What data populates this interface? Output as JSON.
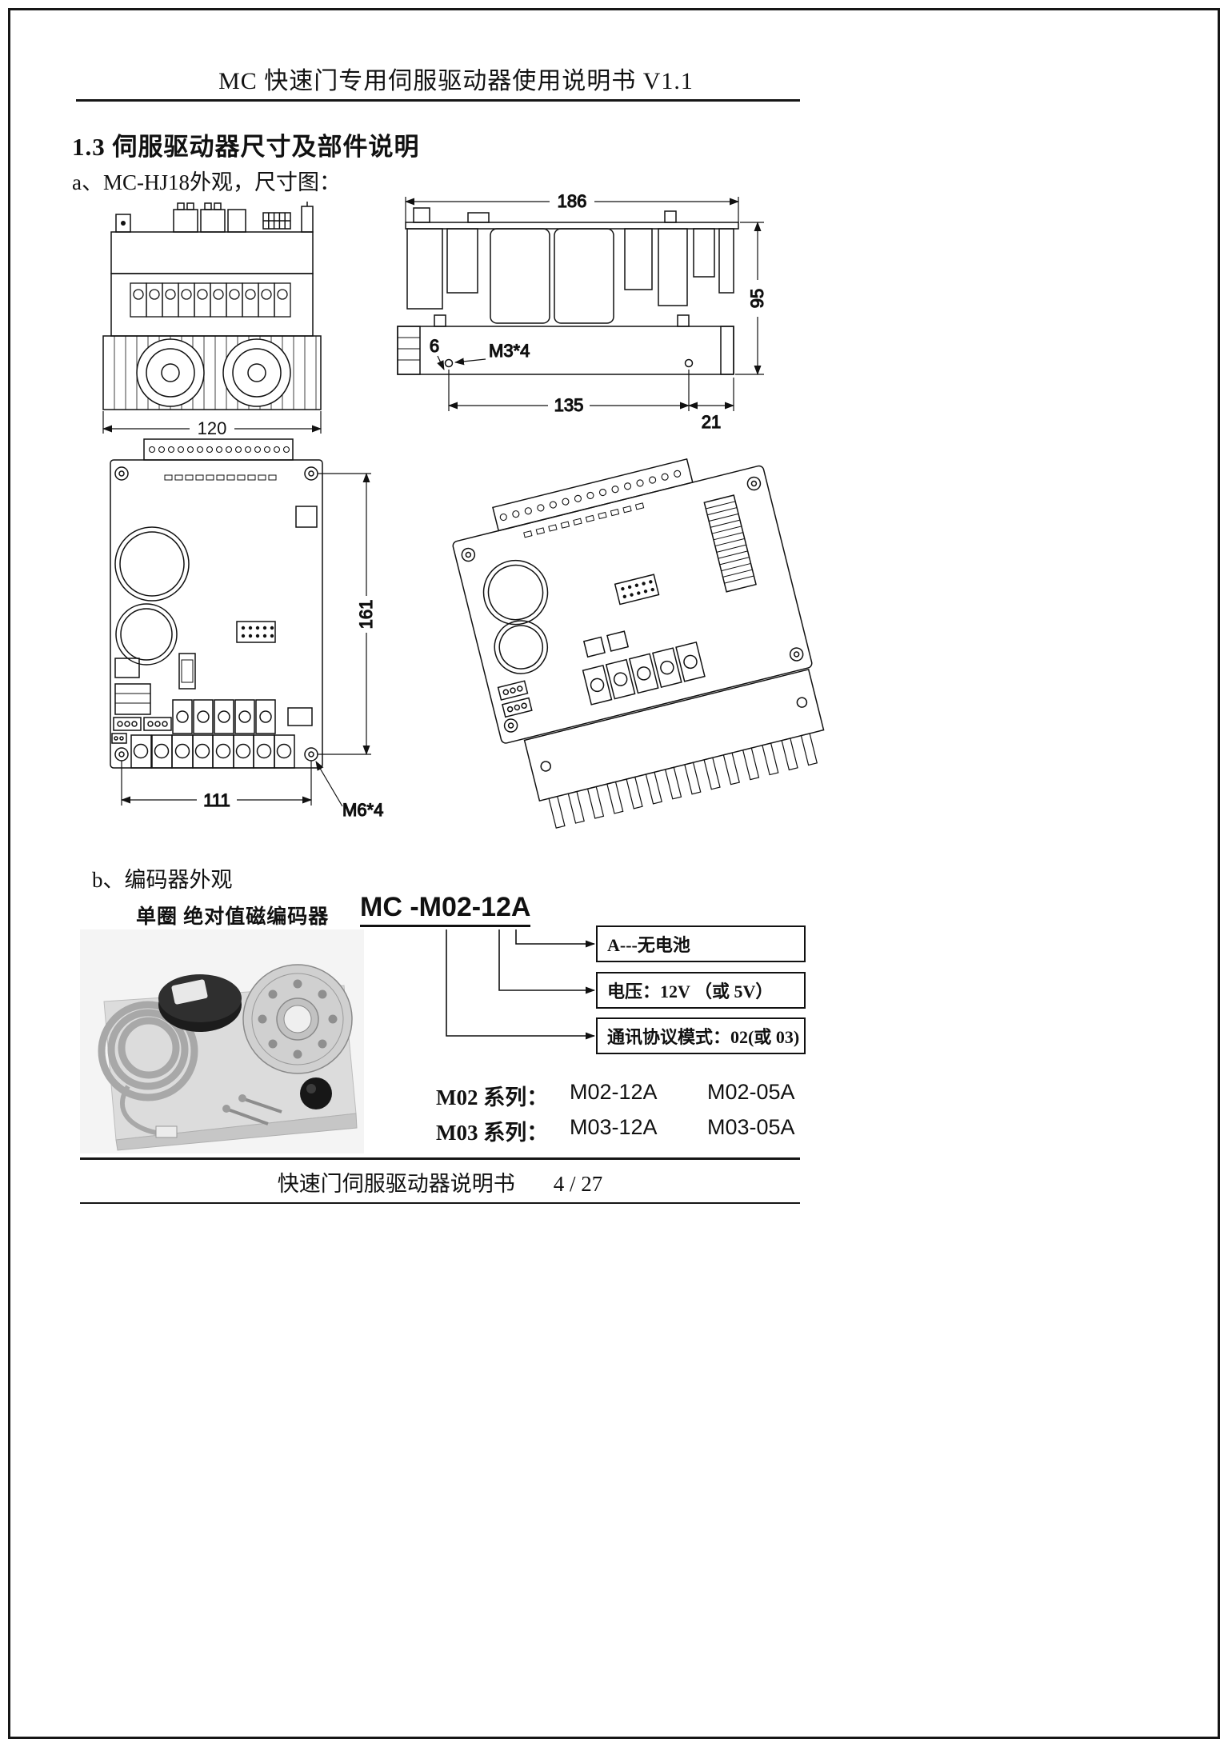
{
  "page": {
    "header_title": "MC 快速门专用伺服驱动器使用说明书 V1.1",
    "footer_text": "快速门伺服驱动器说明书",
    "footer_page": "4 / 27"
  },
  "section": {
    "heading": "1.3 伺服驱动器尺寸及部件说明",
    "item_a": "a、MC-HJ18外观，尺寸图：",
    "item_b": "b、编码器外观"
  },
  "dimensions": {
    "front_width": "120",
    "side_width": "186",
    "side_height": "95",
    "hole_offset": "6",
    "hole_spec_side": "M3*4",
    "hole_pitch": "135",
    "edge_offset": "21",
    "pcb_height": "161",
    "pcb_width": "111",
    "hole_spec_pcb": "M6*4"
  },
  "encoder": {
    "title": "单圈 绝对值磁编码器",
    "model": "MC -M02-12A",
    "callout_battery": "A---无电池",
    "callout_voltage": "电压：12V （或 5V）",
    "callout_protocol": "通讯协议模式：02(或 03)",
    "series": [
      {
        "label": "M02 系列：",
        "m1": "M02-12A",
        "m2": "M02-05A"
      },
      {
        "label": "M03 系列：",
        "m1": "M03-12A",
        "m2": "M03-05A"
      }
    ]
  }
}
